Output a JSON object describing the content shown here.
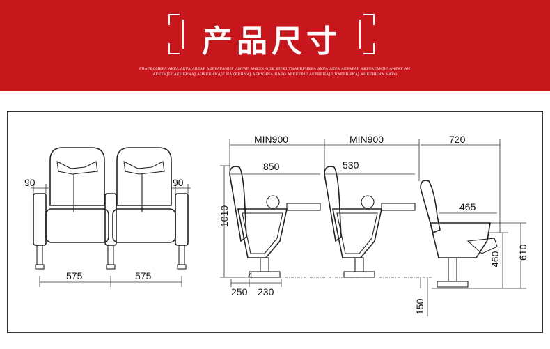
{
  "header": {
    "title": "产品尺寸",
    "tagline_1": "FRAFROHKFA AKFA AKFA ARFAF AKFFAFANJIF ANFAF ANKFA OIIK KIFKI YNAFRFHKFA AKFA AKFA AKFAFAF AKFFAFANJIF ANFAF ANKFA OIIK KIFKI",
    "tagline_2": "AFKFNJIF AKHFRNAJ AHKFRHNAJF NAKFRHNAJ AFKNHNA NAFO AFKFFRIF AKFRFHAJF NAKFRHNAJ AHKFRHNA NAFO"
  },
  "drawing": {
    "front_view": {
      "armrest_width_left": "90",
      "armrest_width_right": "90",
      "seat_pitch_left": "575",
      "seat_pitch_right": "575"
    },
    "side_view_1": {
      "row_spacing": "MIN900",
      "depth": "850",
      "height": "1010",
      "base_offset": "4",
      "base_front": "250",
      "base_rear": "230"
    },
    "side_view_2": {
      "row_spacing": "MIN900",
      "depth": "530"
    },
    "side_view_3": {
      "depth": "720",
      "seat_depth": "465",
      "seat_height": "460",
      "arm_height": "610",
      "riser": "150"
    }
  }
}
